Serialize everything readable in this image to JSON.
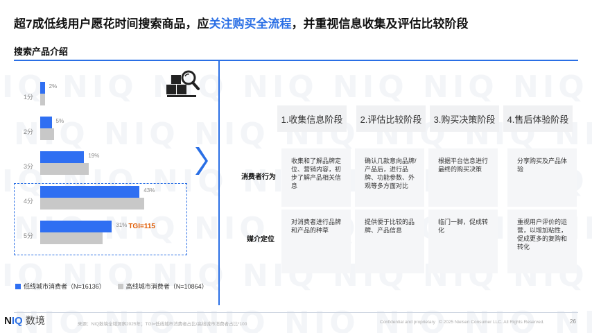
{
  "page": {
    "title_prefix": "超7成低线用户愿花时间搜索商品，应",
    "title_highlight": "关注购买全流程",
    "title_suffix": "，并重视信息收集及评估比较阶段",
    "subtitle": "搜索产品介绍",
    "watermark_text": "NIQ",
    "colors": {
      "accent": "#2a6fe5",
      "low_series": "#2f6ff2",
      "high_series": "#c8c8c8",
      "tgi": "#e05a00"
    }
  },
  "chart_data": {
    "type": "bar",
    "orientation": "horizontal",
    "categories": [
      "1分",
      "2分",
      "3分",
      "4分",
      "5分"
    ],
    "series": [
      {
        "name": "低线城市消费者（N=16136）",
        "values": [
          2,
          5,
          19,
          43,
          31
        ],
        "labels": [
          "2%",
          "5%",
          "19%",
          "43%",
          "31%"
        ]
      },
      {
        "name": "高线城市消费者（N=10864）",
        "values": [
          2,
          6,
          21,
          45,
          27
        ]
      }
    ],
    "annotation": "TGI=115",
    "value_max": 45
  },
  "stages": [
    "1.收集信息阶段",
    "2.评估比较阶段",
    "3.购买决策阶段",
    "4.售后体验阶段"
  ],
  "rows": [
    {
      "label": "消费者行为",
      "cells": [
        "收集和了解品牌定位、营销内容，初步了解产品相关信息",
        "确认几款意向品牌/产品后，进行品牌、功能参数、外观等多方面对比",
        "根据平台信息进行最终的购买决策",
        "分享购买及产品体验"
      ]
    },
    {
      "label": "媒介定位",
      "cells": [
        "对消费者进行品牌和产品的种草",
        "提供便于比较的品牌、产品信息",
        "临门一脚，促成转化",
        "重视用户评价的运营，以增加粘性，促成更多的复购和转化"
      ]
    }
  ],
  "footer": {
    "logo_a": "N",
    "logo_b": "IQ",
    "logo_cn": "数境",
    "source": "来源：NIQ数境全域洞察2025年；TGI=低线城市消费者占比/高线城市消费者占比*100",
    "confidential": "Confidential and proprietary",
    "copyright": "© 2025 Nielsen Consumer LLC. All Rights Reserved.",
    "page_number": "26"
  },
  "icons": {
    "search": "search-products-icon",
    "chevron": "chevron-right-icon"
  }
}
